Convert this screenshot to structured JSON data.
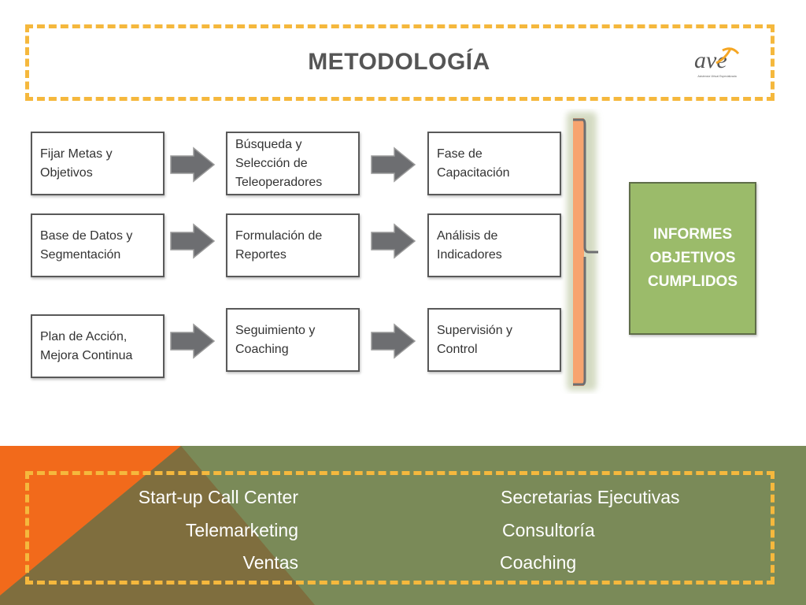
{
  "header": {
    "title": "METODOLOGÍA",
    "logo_text": "ave",
    "logo_subtitle": "Asistencia Virtual Especializada"
  },
  "steps": [
    {
      "row": 1,
      "col": 1,
      "label": "Fijar Metas y Objetivos"
    },
    {
      "row": 1,
      "col": 2,
      "label": "Búsqueda y Selección de Teleoperadores"
    },
    {
      "row": 1,
      "col": 3,
      "label": "Fase de Capacitación"
    },
    {
      "row": 2,
      "col": 1,
      "label": "Base de Datos y Segmentación"
    },
    {
      "row": 2,
      "col": 2,
      "label": "Formulación de Reportes"
    },
    {
      "row": 2,
      "col": 3,
      "label": "Análisis de Indicadores"
    },
    {
      "row": 3,
      "col": 1,
      "label": "Plan de Acción, Mejora Continua"
    },
    {
      "row": 3,
      "col": 2,
      "label": "Seguimiento y Coaching"
    },
    {
      "row": 3,
      "col": 3,
      "label": "Supervisión y Control"
    }
  ],
  "result": {
    "lines": [
      "INFORMES",
      "OBJETIVOS",
      "CUMPLIDOS"
    ]
  },
  "footer": {
    "left_items": [
      "Start-up Call Center",
      "Telemarketing",
      "Ventas"
    ],
    "right_items": [
      "Secretarias Ejecutivas",
      "Consultoría",
      "Coaching"
    ]
  },
  "colors": {
    "accent_dashed": "#f5b83d",
    "bracket_fill": "#f7a46f",
    "result_fill": "#9bbb6a",
    "footer_green": "#7a8a58",
    "footer_orange": "#f26a1b",
    "arrow_fill": "#6d6e71"
  }
}
